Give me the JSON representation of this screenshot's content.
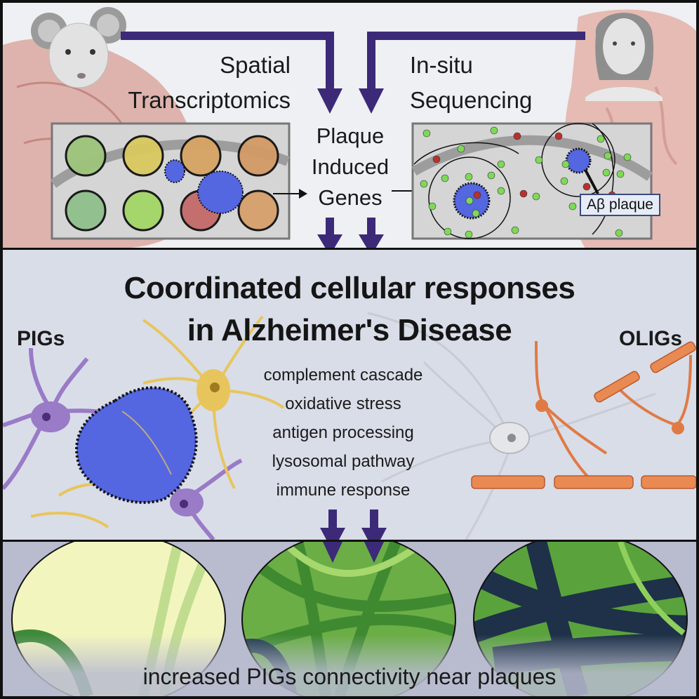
{
  "top_panel": {
    "left_method": {
      "line1": "Spatial",
      "line2": "Transcriptomics",
      "organism_icon": "mouse-icon"
    },
    "right_method": {
      "line1": "In-situ",
      "line2": "Sequencing",
      "organism_icon": "human-icon"
    },
    "center_label": {
      "line1": "Plaque",
      "line2": "Induced",
      "line3": "Genes"
    },
    "plaque_callout": "Aβ plaque",
    "spot_colors": [
      "#9cc47a",
      "#d9c95e",
      "#d7a463",
      "#d39a66",
      "#8fbf8c",
      "#a3d766",
      "#c46a68",
      "#d6a06b"
    ],
    "colors": {
      "arrow": "#3c2a78",
      "plaque": "#5466e0",
      "brain": "#d9a59d",
      "gene_green": "#7ed957",
      "gene_red": "#b7312e"
    }
  },
  "middle_panel": {
    "title_line1": "Coordinated cellular responses",
    "title_line2": "in Alzheimer's Disease",
    "left_label": "PIGs",
    "right_label": "OLIGs",
    "pathways": [
      "complement cascade",
      "oxidative stress",
      "antigen processing",
      "lysosomal pathway",
      "immune response"
    ],
    "colors": {
      "astrocyte": "#e8c55c",
      "microglia": "#9a7bc7",
      "oligodendrocyte": "#e98a52"
    }
  },
  "bottom_panel": {
    "caption": "increased PIGs connectivity near plaques",
    "lens_themes": [
      "light",
      "medium",
      "dark"
    ]
  }
}
